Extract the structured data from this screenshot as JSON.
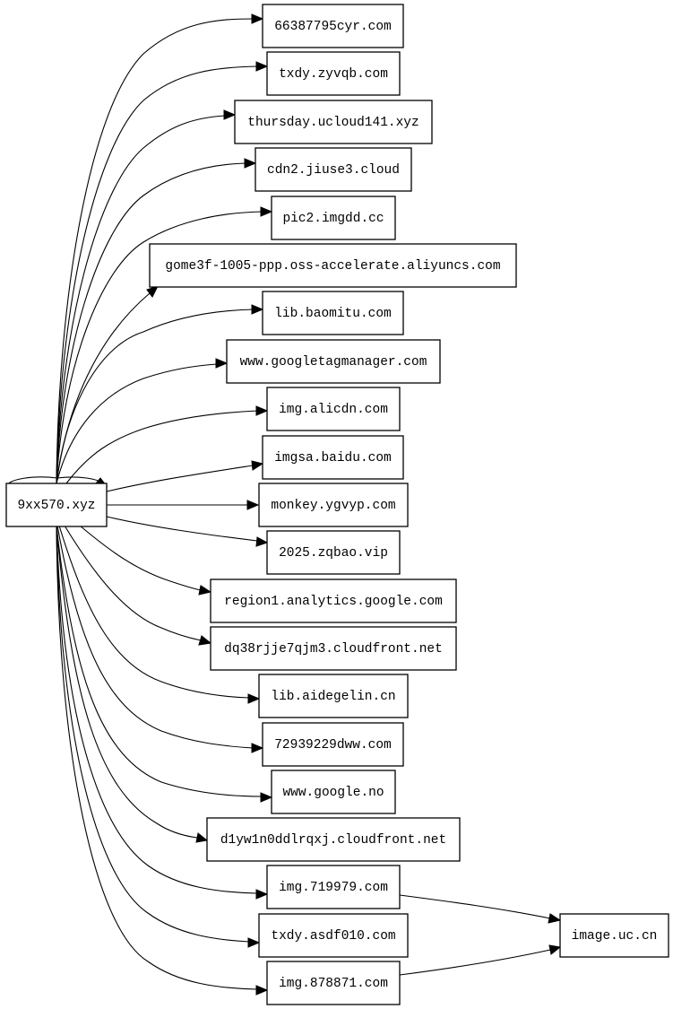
{
  "graph": {
    "source": "9xx570.xyz",
    "targets": [
      "66387795cyr.com",
      "txdy.zyvqb.com",
      "thursday.ucloud141.xyz",
      "cdn2.jiuse3.cloud",
      "pic2.imgdd.cc",
      "gome3f-1005-ppp.oss-accelerate.aliyuncs.com",
      "lib.baomitu.com",
      "www.googletagmanager.com",
      "img.alicdn.com",
      "imgsa.baidu.com",
      "monkey.ygvyp.com",
      "2025.zqbao.vip",
      "region1.analytics.google.com",
      "dq38rjje7qjm3.cloudfront.net",
      "lib.aidegelin.cn",
      "72939229dww.com",
      "www.google.no",
      "d1yw1n0ddlrqxj.cloudfront.net",
      "img.719979.com",
      "txdy.asdf010.com",
      "img.878871.com"
    ],
    "final": "image.uc.cn",
    "edges": [
      [
        "9xx570.xyz",
        "9xx570.xyz"
      ],
      [
        "9xx570.xyz",
        "66387795cyr.com"
      ],
      [
        "9xx570.xyz",
        "txdy.zyvqb.com"
      ],
      [
        "9xx570.xyz",
        "thursday.ucloud141.xyz"
      ],
      [
        "9xx570.xyz",
        "cdn2.jiuse3.cloud"
      ],
      [
        "9xx570.xyz",
        "pic2.imgdd.cc"
      ],
      [
        "9xx570.xyz",
        "gome3f-1005-ppp.oss-accelerate.aliyuncs.com"
      ],
      [
        "9xx570.xyz",
        "lib.baomitu.com"
      ],
      [
        "9xx570.xyz",
        "www.googletagmanager.com"
      ],
      [
        "9xx570.xyz",
        "img.alicdn.com"
      ],
      [
        "9xx570.xyz",
        "imgsa.baidu.com"
      ],
      [
        "9xx570.xyz",
        "monkey.ygvyp.com"
      ],
      [
        "9xx570.xyz",
        "2025.zqbao.vip"
      ],
      [
        "9xx570.xyz",
        "region1.analytics.google.com"
      ],
      [
        "9xx570.xyz",
        "dq38rjje7qjm3.cloudfront.net"
      ],
      [
        "9xx570.xyz",
        "lib.aidegelin.cn"
      ],
      [
        "9xx570.xyz",
        "72939229dww.com"
      ],
      [
        "9xx570.xyz",
        "www.google.no"
      ],
      [
        "9xx570.xyz",
        "d1yw1n0ddlrqxj.cloudfront.net"
      ],
      [
        "9xx570.xyz",
        "img.719979.com"
      ],
      [
        "9xx570.xyz",
        "txdy.asdf010.com"
      ],
      [
        "9xx570.xyz",
        "img.878871.com"
      ],
      [
        "img.719979.com",
        "image.uc.cn"
      ],
      [
        "img.878871.com",
        "image.uc.cn"
      ]
    ]
  }
}
